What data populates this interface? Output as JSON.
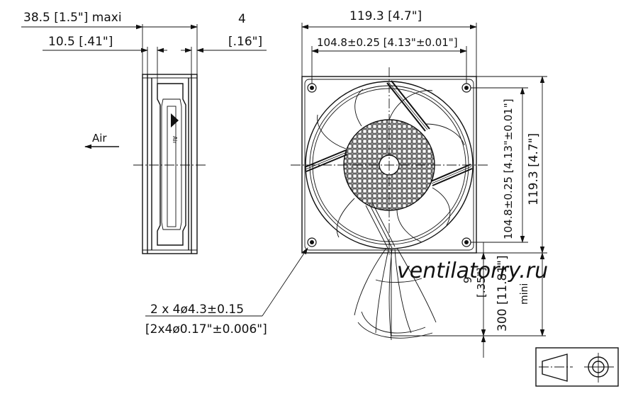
{
  "side_view": {
    "depth_label": "38.5 [1.5\"] maxi",
    "frame_label": "10.5 [.41\"]",
    "rim_value": "4",
    "rim_inch": "[.16\"]",
    "airflow_label": "Air"
  },
  "front_view": {
    "width_label": "119.3 [4.7\"]",
    "hole_spacing_h_label": "104.8±0.25 [4.13\"±0.01\"]",
    "hole_spacing_v_label": "104.8±0.25 [4.13\"±0.01\"]",
    "height_label": "119.3 [4.7\"]",
    "mounting_holes_label": "2 x 4ø4.3±0.15",
    "mounting_holes_inch": "[2x4ø0.17\"±0.006\"]",
    "lead_offset_value": "9",
    "lead_offset_inch": "[.35\"]",
    "lead_length_label": "300 [11.81\"]",
    "lead_length_note": "mini"
  },
  "watermark": "ventilatorry.ru",
  "projection_symbol": "first-angle-projection-symbol"
}
